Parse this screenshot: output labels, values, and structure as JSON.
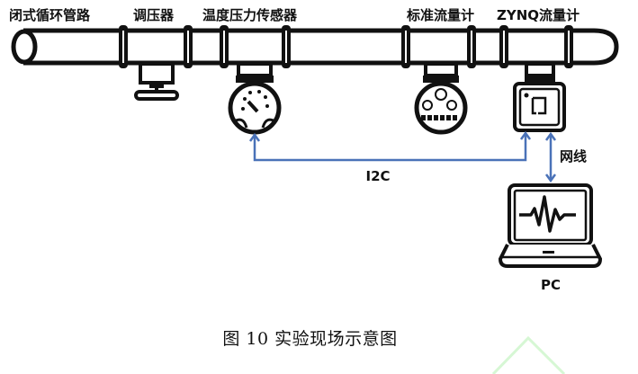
{
  "figure": {
    "labels": {
      "pipe": "闭式循环管路",
      "regulator": "调压器",
      "temp_pressure_sensor": "温度压力传感器",
      "standard_flowmeter": "标准流量计",
      "zynq_flowmeter": "ZYNQ流量计",
      "i2c": "I2C",
      "network_cable": "网线",
      "pc": "PC"
    },
    "caption": "图  10 实验现场示意图",
    "colors": {
      "line": "#111111",
      "connection": "#4a72b8",
      "watermark": "#d6f7d4"
    },
    "icons": [
      "pipe-end-icon",
      "regulator-valve-icon",
      "pressure-gauge-icon",
      "flow-meter-icon",
      "chip-icon",
      "laptop-waveform-icon"
    ]
  }
}
